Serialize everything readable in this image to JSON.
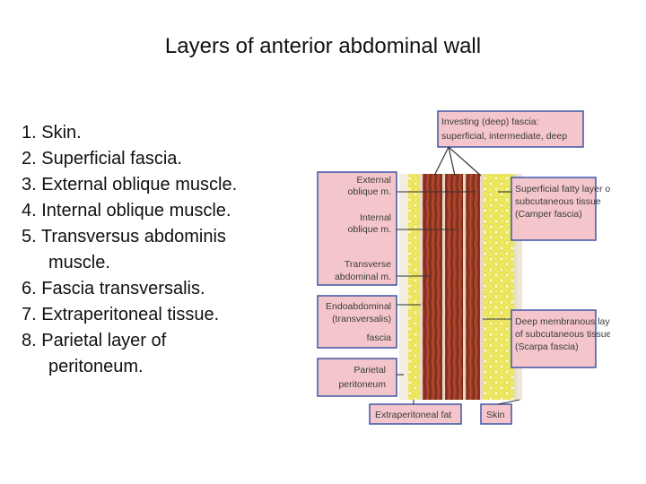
{
  "title": "Layers of anterior abdominal wall",
  "list": [
    {
      "num": "1.",
      "text": "Skin."
    },
    {
      "num": "2.",
      "text": "Superficial fascia."
    },
    {
      "num": "3.",
      "text": "External oblique muscle."
    },
    {
      "num": "4.",
      "text": "Internal oblique muscle."
    },
    {
      "num": "5.",
      "text": "Transversus abdominis",
      "cont": "muscle."
    },
    {
      "num": "6.",
      "text": "Fascia transversalis."
    },
    {
      "num": "7.",
      "text": "Extraperitoneal tissue."
    },
    {
      "num": "8.",
      "text": "Parietal layer of",
      "cont": "peritoneum."
    }
  ],
  "diagram": {
    "investing": [
      "Investing (deep) fascia:",
      "superficial, intermediate, deep"
    ],
    "external_oblique": [
      "External",
      "oblique m."
    ],
    "internal_oblique": [
      "Internal",
      "oblique m."
    ],
    "transverse": [
      "Transverse",
      "abdominal m."
    ],
    "endoabdominal": [
      "Endoabdominal",
      "(transversalis)",
      "fascia"
    ],
    "parietal": [
      "Parietal",
      "peritoneum"
    ],
    "extraperitoneal_fat": "Extraperitoneal fat",
    "skin": "Skin",
    "camper": [
      "Superficial fatty layer of",
      "subcutaneous tissue",
      "(Camper fascia)"
    ],
    "scarpa": [
      "Deep membranous layer",
      "of subcutaneous tissue",
      "(Scarpa fascia)"
    ]
  },
  "colors": {
    "label_box": "#f4c6cc",
    "label_border": "#3f56a6",
    "muscle": "#9b3b25",
    "fat": "#ede85c"
  }
}
